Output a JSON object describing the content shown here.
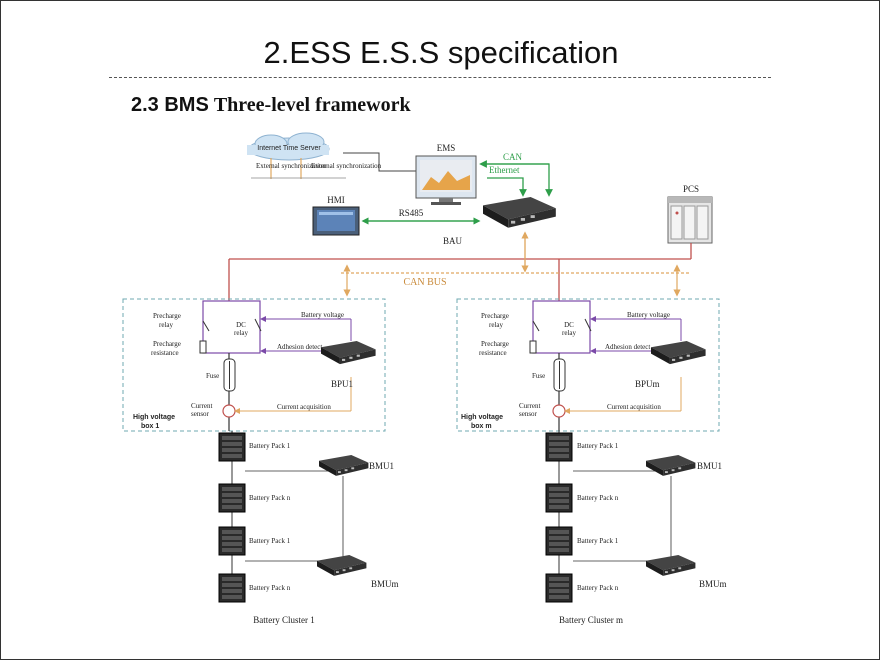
{
  "slide": {
    "title": "2.ESS E.S.S specification",
    "section_number": "2.3 BMS",
    "section_rest": "Three-level framework"
  },
  "top": {
    "cloud_label": "Internet Time Server",
    "ext_sync_1": "External synchronization",
    "ext_sync_2": "External synchronization",
    "ems": "EMS",
    "can": "CAN",
    "ethernet": "Ethernet",
    "pcs": "PCS",
    "hmi": "HMI",
    "rs485": "RS485",
    "bau": "BAU",
    "can_bus": "CAN BUS"
  },
  "clusters": [
    {
      "precharge_relay_1": "Precharge",
      "precharge_relay_2": "relay",
      "dc_relay_1": "DC",
      "dc_relay_2": "relay",
      "precharge_res_1": "Precharge",
      "precharge_res_2": "resistance",
      "battery_voltage": "Battery voltage",
      "adhesion_detect": "Adhesion detect",
      "fuse": "Fuse",
      "bpu": "BPU1",
      "current_sensor_1": "Current",
      "current_sensor_2": "sensor",
      "current_acq": "Current acquisition",
      "hv_box_1": "High voltage",
      "hv_box_2": "box 1",
      "packs": [
        "Battery Pack 1",
        "Battery Pack n",
        "Battery Pack 1",
        "Battery Pack n"
      ],
      "bmu_top": "BMU1",
      "bmu_bottom": "BMUm",
      "cluster_label": "Battery Cluster 1"
    },
    {
      "precharge_relay_1": "Precharge",
      "precharge_relay_2": "relay",
      "dc_relay_1": "DC",
      "dc_relay_2": "relay",
      "precharge_res_1": "Precharge",
      "precharge_res_2": "resistance",
      "battery_voltage": "Battery voltage",
      "adhesion_detect": "Adhesion detect",
      "fuse": "Fuse",
      "bpu": "BPUm",
      "current_sensor_1": "Current",
      "current_sensor_2": "sensor",
      "current_acq": "Current acquisition",
      "hv_box_1": "High voltage",
      "hv_box_2": "box m",
      "packs": [
        "Battery Pack 1",
        "Battery Pack n",
        "Battery Pack 1",
        "Battery Pack n"
      ],
      "bmu_top": "BMU1",
      "bmu_bottom": "BMUm",
      "cluster_label": "Battery Cluster m"
    }
  ],
  "colors": {
    "power_line": "#c0504d",
    "can_bus": "#e0a860",
    "signal_purple": "#7b4aa8",
    "network_green": "#2e9e4a",
    "hv_box_border": "#6fa8b0"
  }
}
